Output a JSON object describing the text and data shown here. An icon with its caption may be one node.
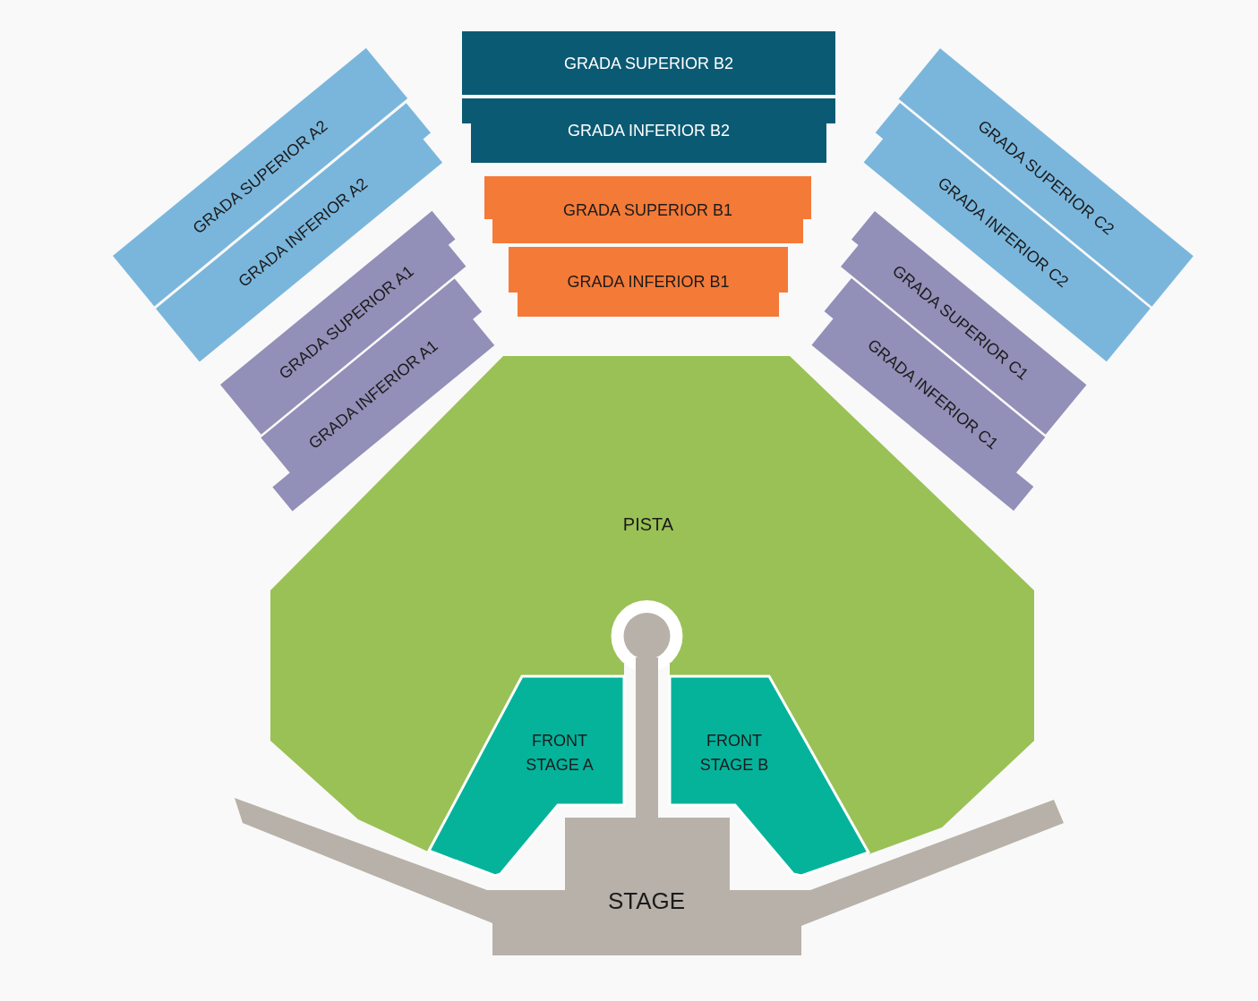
{
  "diagram": {
    "nodes": [
      {
        "text": [
          "GRADA SUPERIOR A2"
        ]
      },
      {
        "text": [
          "GRADA INFERIOR A2"
        ]
      },
      {
        "text": [
          "GRADA SUPERIOR B2"
        ]
      },
      {
        "text": [
          "GRADA INFERIOR B2"
        ]
      },
      {
        "text": [
          "GRADA SUPERIOR C2"
        ]
      },
      {
        "text": [
          "GRADA INFERIOR C2"
        ]
      },
      {
        "text": [
          "GRADA SUPERIOR A1"
        ]
      },
      {
        "text": [
          "GRADA INFERIOR A1"
        ]
      },
      {
        "text": [
          "GRADA SUPERIOR B1"
        ]
      },
      {
        "text": [
          "GRADA INFERIOR B1"
        ]
      },
      {
        "text": [
          "GRADA SUPERIOR C1"
        ]
      },
      {
        "text": [
          "GRADA INFERIOR C1"
        ]
      },
      {
        "text": [
          "PISTA"
        ]
      },
      {
        "text": [
          "FRONT STAGE A"
        ]
      },
      {
        "text": [
          "FRONT STAGE B"
        ]
      },
      {
        "text": [
          "STAGE"
        ]
      }
    ]
  }
}
